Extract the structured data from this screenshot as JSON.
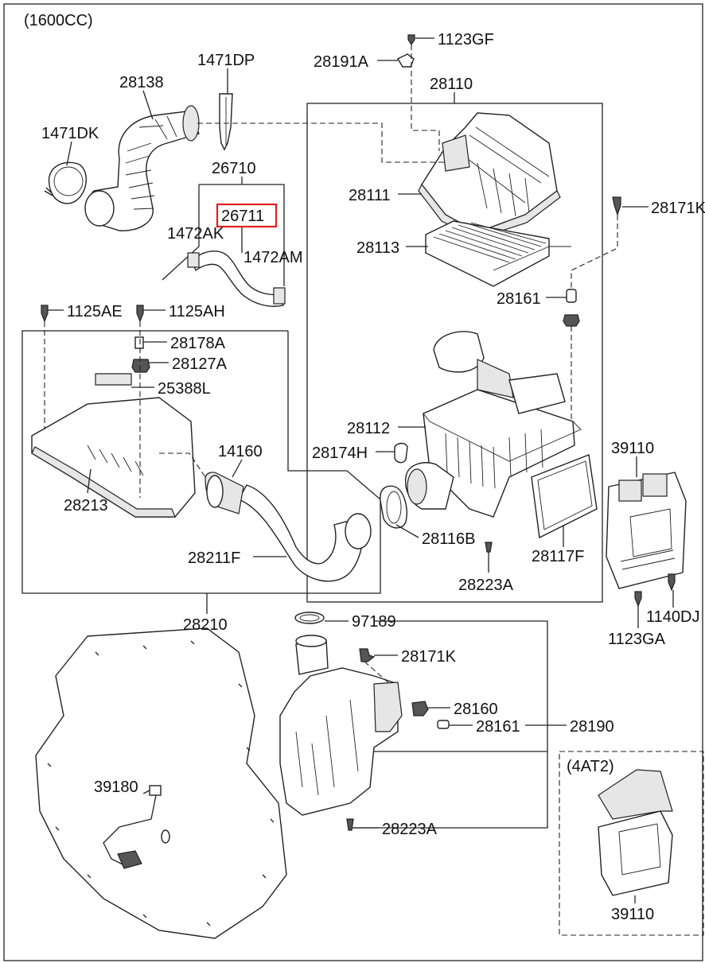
{
  "diagram": {
    "variant_engine": "(1600CC)",
    "variant_trans": "(4AT2)",
    "highlight_color": "#e02020",
    "parts": {
      "p1123GF": "1123GF",
      "p28191A": "28191A",
      "p28110": "28110",
      "p1471DP": "1471DP",
      "p28138": "28138",
      "p1471DK": "1471DK",
      "p26710": "26710",
      "p26711": "26711",
      "p1472AK": "1472AK",
      "p1472AM": "1472AM",
      "p28111": "28111",
      "p28171K_top": "28171K",
      "p28113": "28113",
      "p28161_top": "28161",
      "p1125AE": "1125AE",
      "p1125AH": "1125AH",
      "p28178A": "28178A",
      "p28127A": "28127A",
      "p25388L": "25388L",
      "p28112": "28112",
      "p28174H": "28174H",
      "p14160": "14160",
      "p28213": "28213",
      "p39110_top": "39110",
      "p28116B": "28116B",
      "p28117F": "28117F",
      "p28211F": "28211F",
      "p28223A_top": "28223A",
      "p1140DJ": "1140DJ",
      "p1123GA": "1123GA",
      "p28210": "28210",
      "p97189": "97189",
      "p28171K_mid": "28171K",
      "p28160": "28160",
      "p28161_mid": "28161",
      "p28190": "28190",
      "p39180": "39180",
      "p28223A_bot": "28223A",
      "p39110_bot": "39110"
    }
  }
}
